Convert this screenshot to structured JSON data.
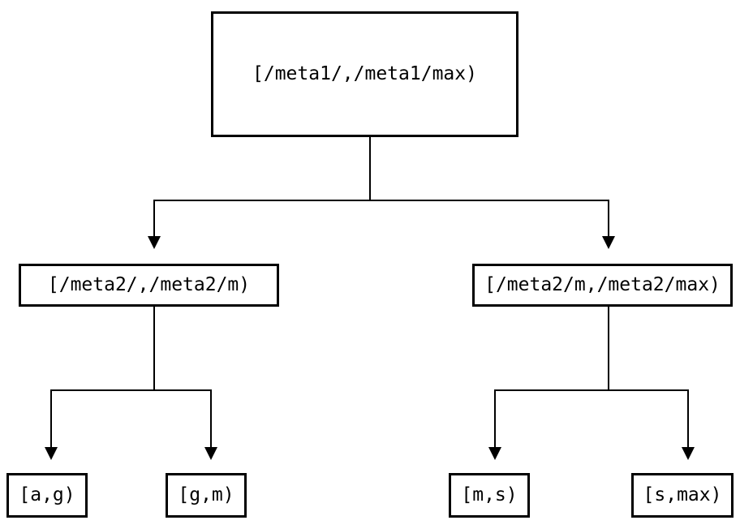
{
  "tree": {
    "root": {
      "label": "[/meta1/,/meta1/max)"
    },
    "children": [
      {
        "label": "[/meta2/,/meta2/m)",
        "children": [
          {
            "label": "[a,g)"
          },
          {
            "label": "[g,m)"
          }
        ]
      },
      {
        "label": "[/meta2/m,/meta2/max)",
        "children": [
          {
            "label": "[m,s)"
          },
          {
            "label": "[s,max)"
          }
        ]
      }
    ]
  },
  "colors": {
    "line": "#000000",
    "background": "#ffffff",
    "text": "#000000"
  }
}
